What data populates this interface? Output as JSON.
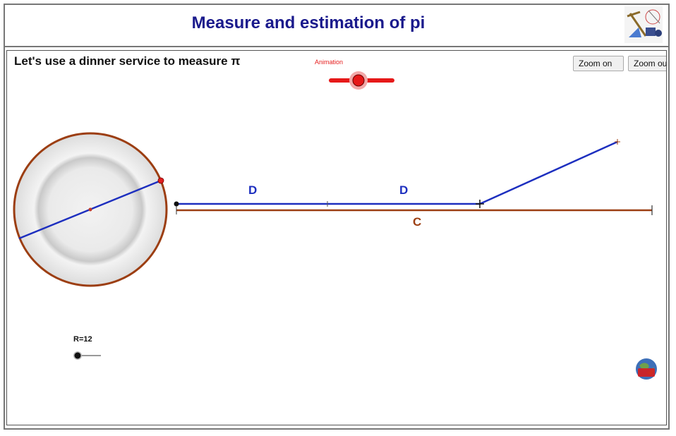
{
  "header": {
    "title": "Measure and estimation of pi"
  },
  "applet": {
    "headline": "Let's use a dinner service to measure π",
    "animation_label": "Animation",
    "zoom_in_label": "Zoom on",
    "zoom_out_label": "Zoom out",
    "segment_labels": {
      "d1": "D",
      "d2": "D",
      "c": "C"
    },
    "radius_label": "R=12"
  },
  "colors": {
    "title": "#1a1a8c",
    "diameter_line": "#1d2fbf",
    "circumference_line": "#9c3e12",
    "animation_slider": "#e61919"
  },
  "icons": {
    "logo": "geometry-tools-logo",
    "badge": "globe-md-badge"
  }
}
